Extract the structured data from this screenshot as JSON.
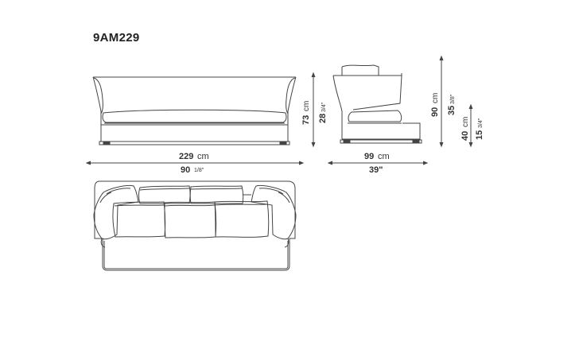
{
  "model_code": "9AM229",
  "front_view": {
    "width_cm_value": "229",
    "width_cm_unit": "cm",
    "width_in_value": "90",
    "width_in_fraction": "1/8\"",
    "height_cm_value": "73",
    "height_cm_unit": "cm",
    "height_in_value": "28",
    "height_in_fraction": "3/4\""
  },
  "side_view": {
    "depth_cm_value": "99",
    "depth_cm_unit": "cm",
    "depth_in": "39\"",
    "total_height_cm_value": "90",
    "total_height_cm_unit": "cm",
    "total_height_in_value": "35",
    "total_height_in_fraction": "3/8\"",
    "seat_height_cm_value": "40",
    "seat_height_cm_unit": "cm",
    "seat_height_in_value": "15",
    "seat_height_in_fraction": "3/4\""
  },
  "top_view": {
    "back_cushions": 2,
    "seat_cushions": 3
  }
}
